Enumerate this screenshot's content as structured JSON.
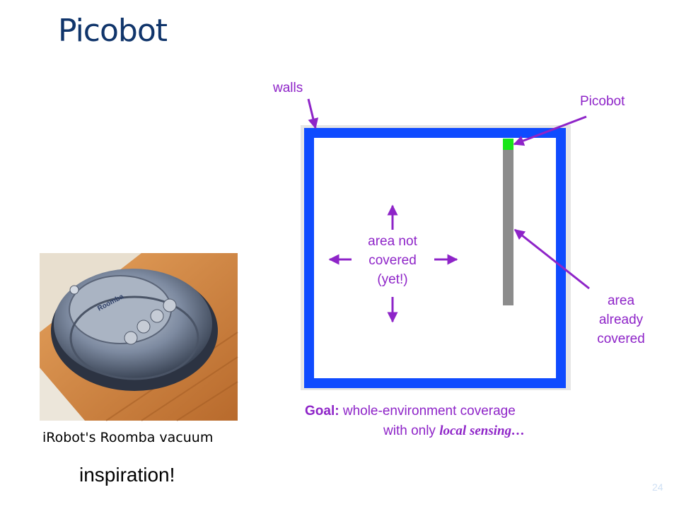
{
  "slide": {
    "title": "Picobot",
    "page_number": "24"
  },
  "labels": {
    "walls": "walls",
    "picobot": "Picobot",
    "not_covered_line1": "area not",
    "not_covered_line2": "covered",
    "not_covered_line3": "(yet!)",
    "covered_line1": "area",
    "covered_line2": "already",
    "covered_line3": "covered"
  },
  "goal": {
    "prefix": "Goal:",
    "line1_rest": "whole-environment coverage",
    "line2_start": "with only",
    "line2_emph": "local sensing",
    "line2_end": "…"
  },
  "photo": {
    "caption": "iRobot's Roomba vacuum",
    "subcaption": "inspiration!",
    "brand_text": "Roomba"
  },
  "colors": {
    "title": "#10356b",
    "wall": "#0f4bff",
    "robot": "#19e619",
    "trail": "#8c8c8c",
    "annotation": "#8e24c8"
  }
}
